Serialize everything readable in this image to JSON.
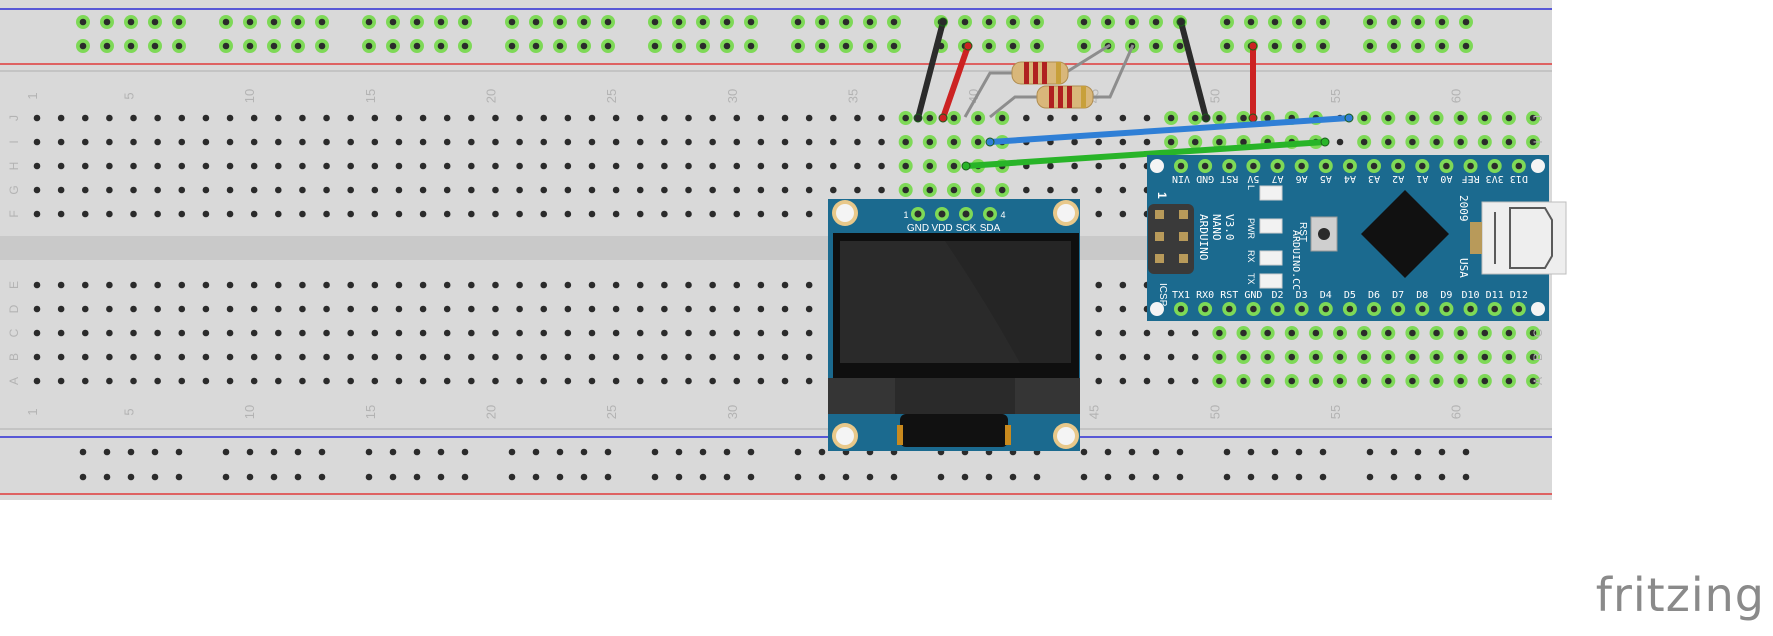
{
  "breadboard": {
    "columns": 63,
    "rows_top": [
      "J",
      "I",
      "H",
      "G",
      "F"
    ],
    "rows_bottom": [
      "E",
      "D",
      "C",
      "B",
      "A"
    ],
    "column_labels": [
      "1",
      "5",
      "10",
      "15",
      "20",
      "25",
      "30",
      "35",
      "40",
      "45",
      "50",
      "55",
      "60"
    ],
    "colors": {
      "board": "#d9d9d9",
      "hole": "#2b2b2b",
      "connected": "#7ed957",
      "rail_red": "#e03b3b",
      "rail_blue": "#2d2dd6",
      "label": "#b3b3b3"
    }
  },
  "arduino": {
    "name_lines": [
      "ARDUINO",
      "NANO",
      "V3.0"
    ],
    "site": "ARDUINO.CC",
    "year": "2009",
    "country": "USA",
    "icsp": "ICSP",
    "icsp_pin1": "1",
    "rst": "RST",
    "leds": [
      "L",
      "PWR",
      "RX",
      "TX"
    ],
    "top_pins": [
      "VIN",
      "GND",
      "RST",
      "5V",
      "A7",
      "A6",
      "A5",
      "A4",
      "A3",
      "A2",
      "A1",
      "A0",
      "REF",
      "3V3",
      "D13"
    ],
    "bottom_pins": [
      "TX1",
      "RX0",
      "RST",
      "GND",
      "D2",
      "D3",
      "D4",
      "D5",
      "D6",
      "D7",
      "D8",
      "D9",
      "D10",
      "D11",
      "D12"
    ],
    "color": "#1b6a8f"
  },
  "oled": {
    "pin_first": "1",
    "pin_last": "4",
    "pins": [
      "GND",
      "VDD",
      "SCK",
      "SDA"
    ],
    "color": "#1b6a8f"
  },
  "brand": "fritzing",
  "wires": [
    {
      "color": "#2b2b2b",
      "name": "black-wire-1"
    },
    {
      "color": "#cc2222",
      "name": "red-wire-1"
    },
    {
      "color": "#2b2b2b",
      "name": "black-wire-2"
    },
    {
      "color": "#cc2222",
      "name": "red-wire-2"
    },
    {
      "color": "#2f7fd6",
      "name": "blue-wire"
    },
    {
      "color": "#28b428",
      "name": "green-wire"
    }
  ]
}
